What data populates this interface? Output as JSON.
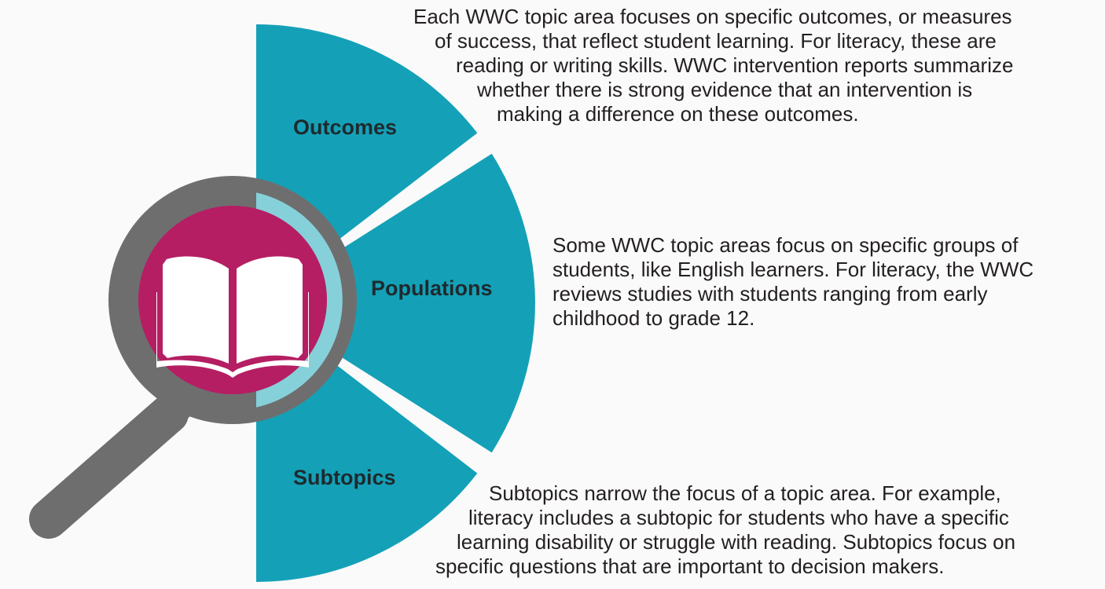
{
  "colors": {
    "segment": "#14a1b8",
    "segment_light": "#86d0da",
    "lens_ring": "#6e6e6e",
    "lens_fill": "#b51e62",
    "book": "#ffffff",
    "background": "#fafafa"
  },
  "segments": [
    {
      "id": "outcomes",
      "label": "Outcomes",
      "description": [
        "Each WWC topic area focuses on specific outcomes, or measures",
        "of success, that reflect student learning. For literacy, these are",
        "reading or writing skills. WWC intervention reports summarize",
        "whether there is strong evidence that an intervention is",
        "making a difference on these outcomes."
      ]
    },
    {
      "id": "populations",
      "label": "Populations",
      "description": [
        "Some WWC topic areas focus on specific groups of",
        "students, like English learners. For literacy, the WWC",
        "reviews studies with students ranging from early",
        "childhood to grade 12."
      ]
    },
    {
      "id": "subtopics",
      "label": "Subtopics",
      "description": [
        "Subtopics narrow the focus of a topic area. For example,",
        "literacy includes a subtopic for students who have a specific",
        "learning disability or struggle with reading. Subtopics focus on",
        "specific questions that are important to decision makers."
      ]
    }
  ],
  "icons": {
    "magnifier": "magnifying-glass-icon",
    "book": "open-book-icon"
  }
}
